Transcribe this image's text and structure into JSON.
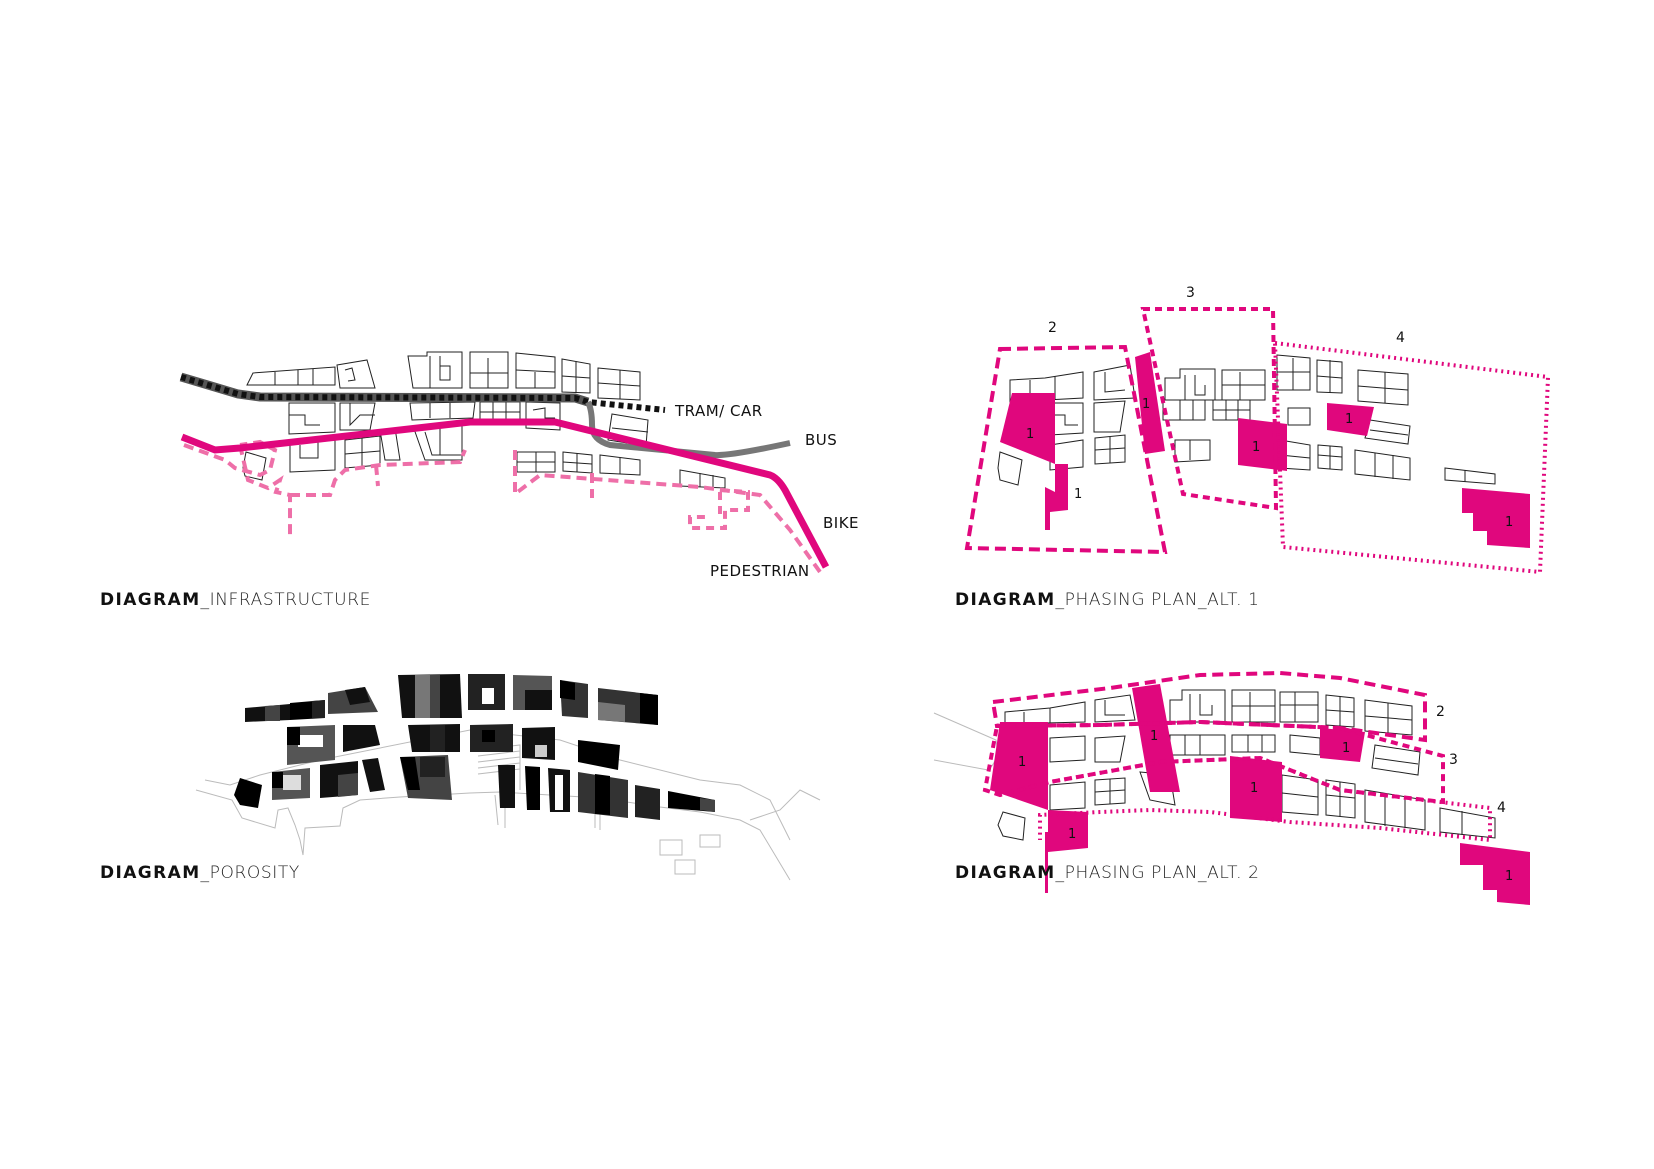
{
  "colors": {
    "magenta": "#E0077D",
    "pedestrian_pink": "#EE6FA8",
    "bus_gray": "#777777",
    "tram_black": "#111111",
    "block_outline": "#222222"
  },
  "diagrams": [
    {
      "id": "infrastructure",
      "caption_bold": "DIAGRAM",
      "caption_rest": "_INFRASTRUCTURE",
      "legend": {
        "tram": "TRAM/ CAR",
        "bus": "BUS",
        "bike": "BIKE",
        "pedestrian": "PEDESTRIAN"
      }
    },
    {
      "id": "phasing-alt-1",
      "caption_bold": "DIAGRAM",
      "caption_rest": "_PHASING PLAN_ALT. 1",
      "zones": {
        "phase1": "1",
        "phase2": "2",
        "phase3": "3",
        "phase4": "4"
      }
    },
    {
      "id": "porosity",
      "caption_bold": "DIAGRAM",
      "caption_rest": "_POROSITY"
    },
    {
      "id": "phasing-alt-2",
      "caption_bold": "DIAGRAM",
      "caption_rest": "_PHASING PLAN_ALT. 2",
      "zones": {
        "phase1": "1",
        "phase2": "2",
        "phase3": "3",
        "phase4": "4"
      }
    }
  ]
}
